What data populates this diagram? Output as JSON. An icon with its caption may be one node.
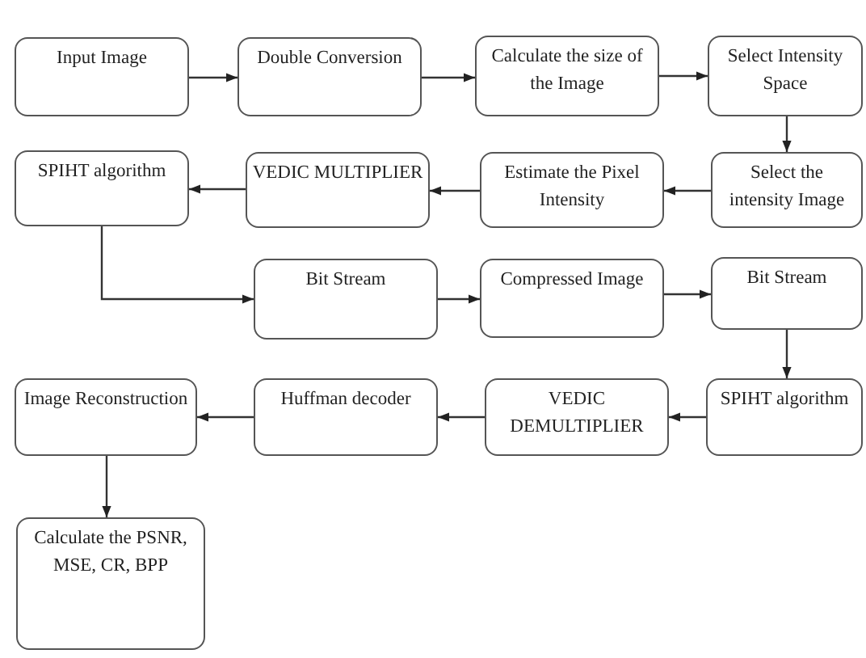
{
  "diagram": {
    "nodes": [
      {
        "text": [
          "Input Image"
        ]
      },
      {
        "text": [
          "Double Conversion"
        ]
      },
      {
        "text": [
          "Calculate the size of the Image"
        ]
      },
      {
        "text": [
          "Select Intensity Space"
        ]
      },
      {
        "text": [
          "SPIHT algorithm"
        ]
      },
      {
        "text": [
          "VEDIC MULTIPLIER"
        ]
      },
      {
        "text": [
          "Estimate the Pixel Intensity"
        ]
      },
      {
        "text": [
          "Select the intensity Image"
        ]
      },
      {
        "text": [
          "Bit Stream"
        ]
      },
      {
        "text": [
          "Compressed Image"
        ]
      },
      {
        "text": [
          "Bit Stream"
        ]
      },
      {
        "text": [
          "Image Reconstruction"
        ]
      },
      {
        "text": [
          "Huffman decoder"
        ]
      },
      {
        "text": [
          "VEDIC DEMULTIPLIER"
        ]
      },
      {
        "text": [
          "SPIHT algorithm"
        ]
      },
      {
        "text": [
          "Calculate the PSNR, MSE, CR, BPP"
        ]
      }
    ],
    "edges": [
      {
        "from": 0,
        "to": 1,
        "arrow": "to"
      },
      {
        "from": 1,
        "to": 2,
        "arrow": "to"
      },
      {
        "from": 2,
        "to": 3,
        "arrow": "to"
      },
      {
        "from": 3,
        "to": 7,
        "arrow": "to"
      },
      {
        "from": 7,
        "to": 6,
        "arrow": "to"
      },
      {
        "from": 6,
        "to": 5,
        "arrow": "to"
      },
      {
        "from": 5,
        "to": 4,
        "arrow": "to"
      },
      {
        "from": 4,
        "to": 8,
        "arrow": "to"
      },
      {
        "from": 8,
        "to": 9,
        "arrow": "to"
      },
      {
        "from": 9,
        "to": 10,
        "arrow": "to"
      },
      {
        "from": 10,
        "to": 14,
        "arrow": "to"
      },
      {
        "from": 14,
        "to": 13,
        "arrow": "to"
      },
      {
        "from": 13,
        "to": 12,
        "arrow": "to"
      },
      {
        "from": 12,
        "to": 11,
        "arrow": "to"
      },
      {
        "from": 11,
        "to": 15,
        "arrow": "to"
      }
    ]
  }
}
